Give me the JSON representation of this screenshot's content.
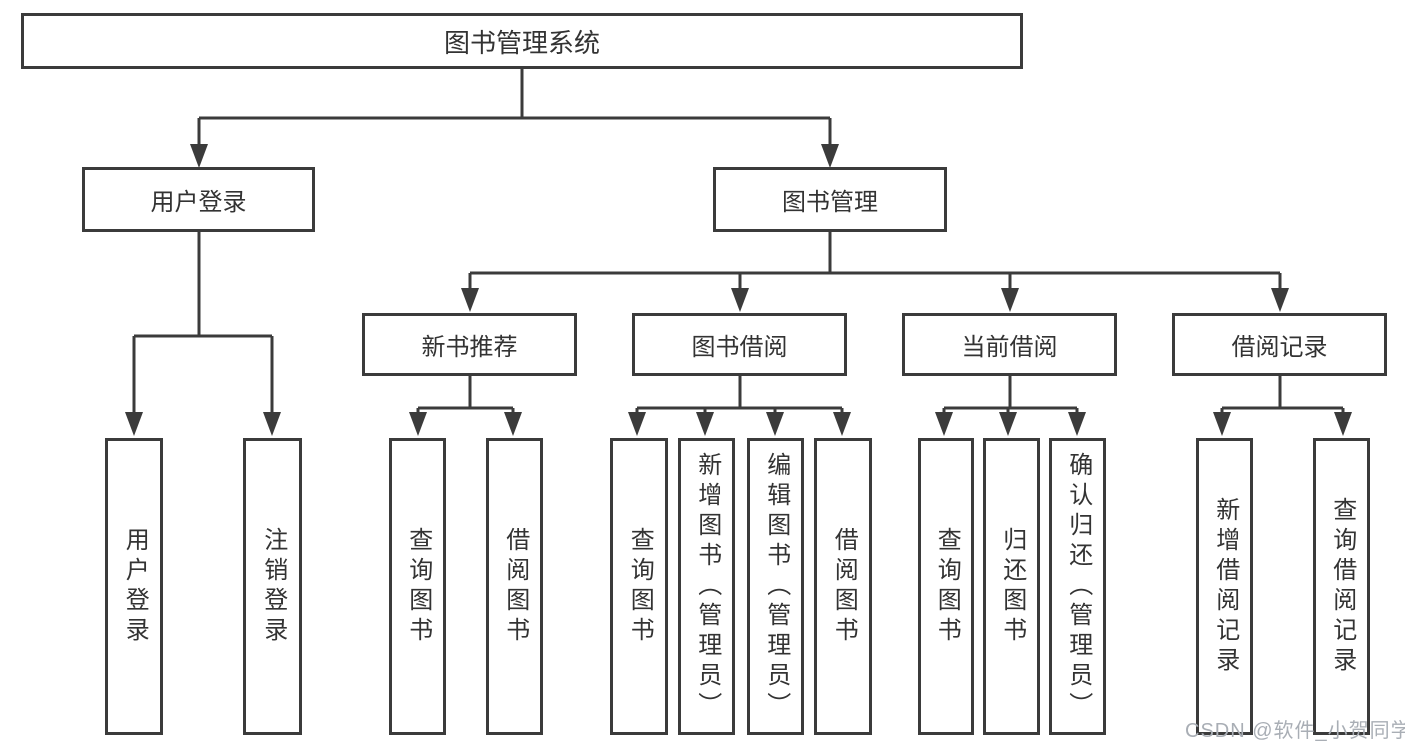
{
  "diagram": {
    "nodes": {
      "root": "图书管理系统",
      "user_login": "用户登录",
      "book_mgmt": "图书管理",
      "new_books": "新书推荐",
      "book_borrow": "图书借阅",
      "current_borrow": "当前借阅",
      "borrow_records": "借阅记录",
      "user_login_children": [
        "用户登录",
        "注销登录"
      ],
      "new_books_children": [
        "查询图书",
        "借阅图书"
      ],
      "book_borrow_children": [
        "查询图书",
        "新增图书（管理员）",
        "编辑图书（管理员）",
        "借阅图书"
      ],
      "current_borrow_children": [
        "查询图书",
        "归还图书",
        "确认归还（管理员）"
      ],
      "borrow_records_children": [
        "新增借阅记录",
        "查询借阅记录"
      ]
    },
    "colors": {
      "line": "#3b3b3b",
      "text": "#333333",
      "background": "#ffffff",
      "watermark": "#a9aeb5"
    }
  },
  "watermark": "CSDN @软件_小贺同学"
}
